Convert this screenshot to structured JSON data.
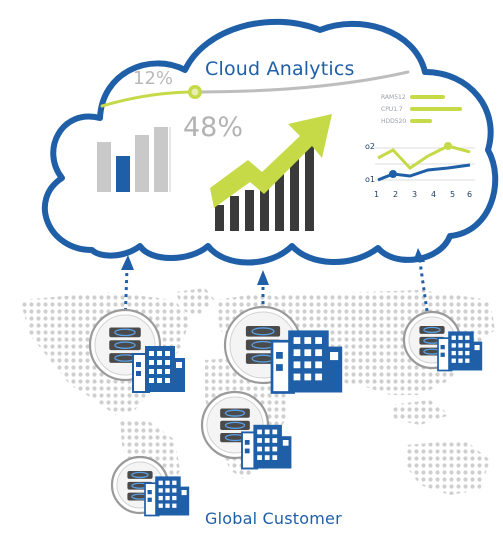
{
  "cloud": {
    "title": "Cloud Analytics",
    "progress_percent_label": "12%",
    "progress_value": 12,
    "big_percent_label": "48%",
    "metrics": [
      {
        "label": "RAM512"
      },
      {
        "label": "CPU1.7"
      },
      {
        "label": "HDD520"
      }
    ],
    "line_chart": {
      "y_labels": [
        "o2",
        "o1"
      ],
      "x_labels": [
        "1",
        "2",
        "3",
        "4",
        "5",
        "6"
      ]
    }
  },
  "footer": {
    "label": "Global Customer"
  },
  "colors": {
    "brand_blue": "#1f5fa8",
    "accent_green": "#c6d947",
    "gray": "#bdbdbd",
    "dark": "#3a3a3a"
  },
  "icons": [
    "cloud-icon",
    "server-icon",
    "building-icon",
    "world-map-icon"
  ]
}
